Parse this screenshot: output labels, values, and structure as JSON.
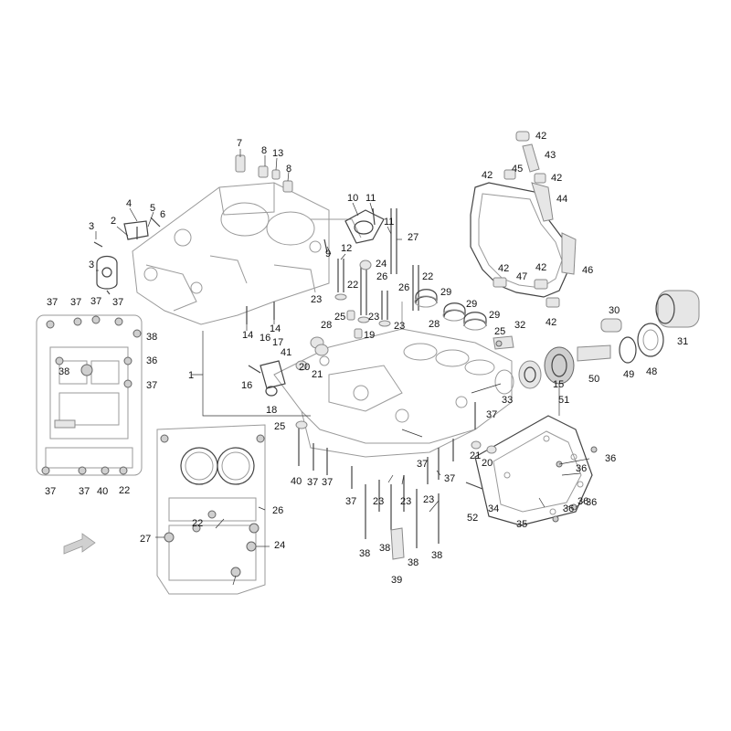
{
  "diagram": {
    "callouts": [
      {
        "id": "c7",
        "text": "7"
      },
      {
        "id": "c8a",
        "text": "8"
      },
      {
        "id": "c13",
        "text": "13"
      },
      {
        "id": "c8b",
        "text": "8"
      },
      {
        "id": "c4",
        "text": "4"
      },
      {
        "id": "c5",
        "text": "5"
      },
      {
        "id": "c6",
        "text": "6"
      },
      {
        "id": "c2",
        "text": "2"
      },
      {
        "id": "c3a",
        "text": "3"
      },
      {
        "id": "c3b",
        "text": "3"
      },
      {
        "id": "c10",
        "text": "10"
      },
      {
        "id": "c11a",
        "text": "11"
      },
      {
        "id": "c11b",
        "text": "11"
      },
      {
        "id": "c27a",
        "text": "27"
      },
      {
        "id": "c9",
        "text": "9"
      },
      {
        "id": "c12",
        "text": "12"
      },
      {
        "id": "c24a",
        "text": "24"
      },
      {
        "id": "c22a",
        "text": "22"
      },
      {
        "id": "c22b",
        "text": "22"
      },
      {
        "id": "c26a",
        "text": "26"
      },
      {
        "id": "c26b",
        "text": "26"
      },
      {
        "id": "c23a",
        "text": "23"
      },
      {
        "id": "c29a",
        "text": "29"
      },
      {
        "id": "c29b",
        "text": "29"
      },
      {
        "id": "c29c",
        "text": "29"
      },
      {
        "id": "c28a",
        "text": "28"
      },
      {
        "id": "c28b",
        "text": "28"
      },
      {
        "id": "c25a",
        "text": "25"
      },
      {
        "id": "c23b",
        "text": "23"
      },
      {
        "id": "c23c",
        "text": "23"
      },
      {
        "id": "c19",
        "text": "19"
      },
      {
        "id": "c14a",
        "text": "14"
      },
      {
        "id": "c14b",
        "text": "14"
      },
      {
        "id": "c16a",
        "text": "16"
      },
      {
        "id": "c17",
        "text": "17"
      },
      {
        "id": "c41",
        "text": "41"
      },
      {
        "id": "c20a",
        "text": "20"
      },
      {
        "id": "c21a",
        "text": "21"
      },
      {
        "id": "c16b",
        "text": "16"
      },
      {
        "id": "c18",
        "text": "18"
      },
      {
        "id": "c1",
        "text": "1"
      },
      {
        "id": "c25b",
        "text": "25"
      },
      {
        "id": "c42a",
        "text": "42"
      },
      {
        "id": "c43",
        "text": "43"
      },
      {
        "id": "c42b",
        "text": "42"
      },
      {
        "id": "c45",
        "text": "45"
      },
      {
        "id": "c42c",
        "text": "42"
      },
      {
        "id": "c44",
        "text": "44"
      },
      {
        "id": "c42d",
        "text": "42"
      },
      {
        "id": "c47",
        "text": "47"
      },
      {
        "id": "c42e",
        "text": "42"
      },
      {
        "id": "c46",
        "text": "46"
      },
      {
        "id": "c42f",
        "text": "42"
      },
      {
        "id": "c30",
        "text": "30"
      },
      {
        "id": "c31",
        "text": "31"
      },
      {
        "id": "c25c",
        "text": "25"
      },
      {
        "id": "c32",
        "text": "32"
      },
      {
        "id": "c15",
        "text": "15"
      },
      {
        "id": "c50",
        "text": "50"
      },
      {
        "id": "c49",
        "text": "49"
      },
      {
        "id": "c48",
        "text": "48"
      },
      {
        "id": "c51",
        "text": "51"
      },
      {
        "id": "c33",
        "text": "33"
      },
      {
        "id": "c37a",
        "text": "37"
      },
      {
        "id": "c21b",
        "text": "21"
      },
      {
        "id": "c20b",
        "text": "20"
      },
      {
        "id": "c36a",
        "text": "36"
      },
      {
        "id": "c36b",
        "text": "36"
      },
      {
        "id": "c36c",
        "text": "36"
      },
      {
        "id": "c36d",
        "text": "36"
      },
      {
        "id": "c36e",
        "text": "36"
      },
      {
        "id": "c34",
        "text": "34"
      },
      {
        "id": "c35",
        "text": "35"
      },
      {
        "id": "c52",
        "text": "52"
      },
      {
        "id": "c37b",
        "text": "37"
      },
      {
        "id": "c37c",
        "text": "37"
      },
      {
        "id": "c40a",
        "text": "40"
      },
      {
        "id": "c37d",
        "text": "37"
      },
      {
        "id": "c37e",
        "text": "37"
      },
      {
        "id": "c37f",
        "text": "37"
      },
      {
        "id": "c23d",
        "text": "23"
      },
      {
        "id": "c23e",
        "text": "23"
      },
      {
        "id": "c23f",
        "text": "23"
      },
      {
        "id": "c38a",
        "text": "38"
      },
      {
        "id": "c38b",
        "text": "38"
      },
      {
        "id": "c38c",
        "text": "38"
      },
      {
        "id": "c38d",
        "text": "38"
      },
      {
        "id": "c39",
        "text": "39"
      },
      {
        "id": "c37g",
        "text": "37"
      },
      {
        "id": "c37h",
        "text": "37"
      },
      {
        "id": "c37i",
        "text": "37"
      },
      {
        "id": "c37j",
        "text": "37"
      },
      {
        "id": "c38e",
        "text": "38"
      },
      {
        "id": "c36f",
        "text": "36"
      },
      {
        "id": "c38f",
        "text": "38"
      },
      {
        "id": "c37k",
        "text": "37"
      },
      {
        "id": "c37l",
        "text": "37"
      },
      {
        "id": "c37m",
        "text": "37"
      },
      {
        "id": "c40b",
        "text": "40"
      },
      {
        "id": "c22c",
        "text": "22"
      },
      {
        "id": "c26c",
        "text": "26"
      },
      {
        "id": "c22d",
        "text": "22"
      },
      {
        "id": "c27b",
        "text": "27"
      },
      {
        "id": "c24b",
        "text": "24"
      }
    ]
  },
  "colors": {
    "line": "#9a9a9a",
    "dark": "#444444",
    "text": "#111111",
    "arrow_fill": "#d0d0d0"
  },
  "icons": {
    "direction_arrow": "arrow-front-icon"
  }
}
